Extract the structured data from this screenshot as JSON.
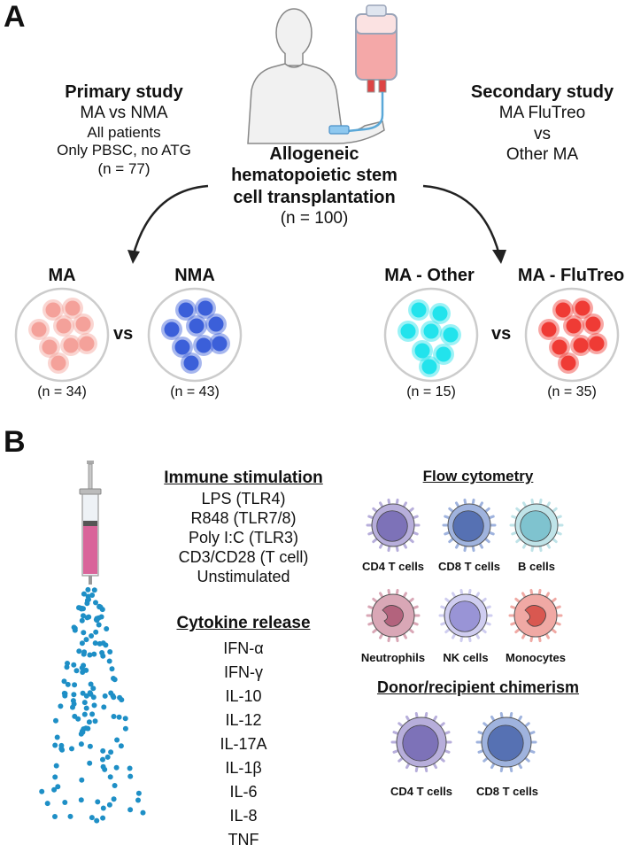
{
  "panelA": {
    "letter": "A",
    "primary": {
      "title": "Primary study",
      "line1": "MA vs NMA",
      "line2": "All patients",
      "line3": "Only PBSC, no ATG",
      "line4": "(n = 77)"
    },
    "secondary": {
      "title": "Secondary study",
      "line1": "MA FluTreo",
      "line2": "vs",
      "line3": "Other MA"
    },
    "center": {
      "line1": "Allogeneic",
      "line2": "hematopoietic stem",
      "line3": "cell transplantation",
      "line4": "(n = 100)"
    },
    "groups": {
      "ma": {
        "label": "MA",
        "n": "(n = 34)",
        "color": "#f4a19a"
      },
      "nma": {
        "label": "NMA",
        "n": "(n = 43)",
        "color": "#3b5fd9"
      },
      "ma_other": {
        "label": "MA - Other",
        "n": "(n = 15)",
        "color": "#22e3ec"
      },
      "ma_flutreo": {
        "label": "MA - FluTreo",
        "n": "(n = 35)",
        "color": "#ef3b35"
      },
      "vs_left": "vs",
      "vs_right": "vs"
    }
  },
  "panelB": {
    "letter": "B",
    "immune": {
      "title": "Immune stimulation",
      "items": [
        "LPS (TLR4)",
        "R848 (TLR7/8)",
        "Poly I:C (TLR3)",
        "CD3/CD28 (T cell)",
        "Unstimulated"
      ]
    },
    "cytokine": {
      "title": "Cytokine release",
      "items": [
        "IFN-α",
        "IFN-γ",
        "IL-10",
        "IL-12",
        "IL-17A",
        "IL-1β",
        "IL-6",
        "IL-8",
        "TNF"
      ]
    },
    "flow": {
      "title": "Flow cytometry",
      "cells": [
        "CD4 T cells",
        "CD8 T cells",
        "B cells",
        "Neutrophils",
        "NK cells",
        "Monocytes"
      ]
    },
    "chimerism": {
      "title": "Donor/recipient chimerism",
      "cells": [
        "CD4 T cells",
        "CD8 T cells"
      ]
    }
  }
}
